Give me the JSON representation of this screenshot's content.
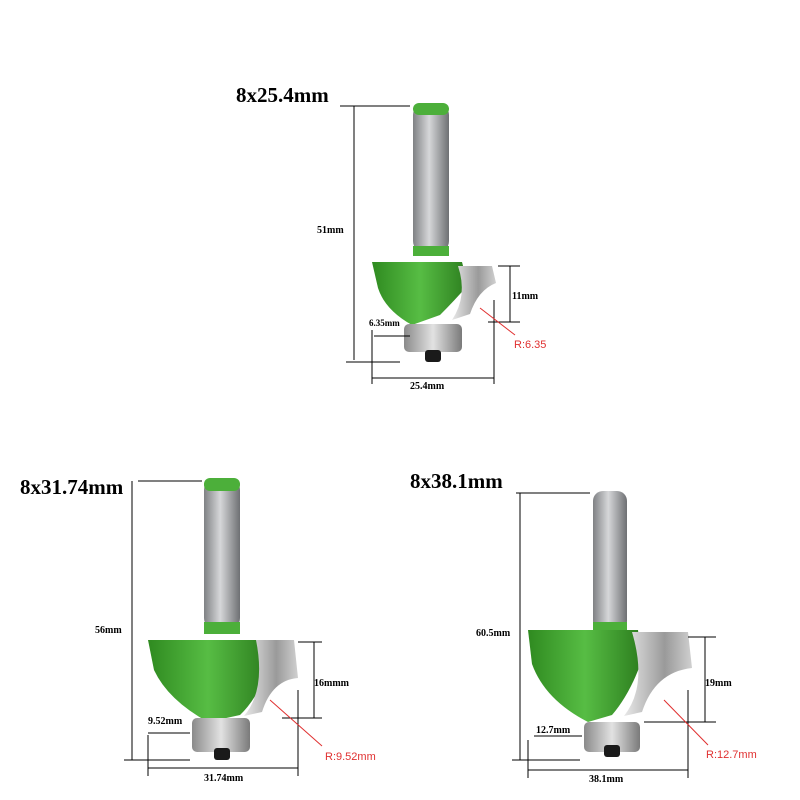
{
  "bits": [
    {
      "title": "8x25.4mm",
      "length": "51mm",
      "cut_height": "11mm",
      "bearing_offset": "6.35mm",
      "diameter": "25.4mm",
      "radius": "R:6.35"
    },
    {
      "title": "8x31.74mm",
      "length": "56mm",
      "cut_height": "16mmm",
      "bearing_offset": "9.52mm",
      "diameter": "31.74mm",
      "radius": "R:9.52mm"
    },
    {
      "title": "8x38.1mm",
      "length": "60.5mm",
      "cut_height": "19mm",
      "bearing_offset": "12.7mm",
      "diameter": "38.1mm",
      "radius": "R:12.7mm"
    }
  ],
  "colors": {
    "body_green": "#3fa32e",
    "shank_grey": "#a9abae",
    "carbide": "#c8c8c8",
    "bearing": "#b8b8b8",
    "dimension_line": "#000000",
    "radius_label": "#e03030"
  }
}
